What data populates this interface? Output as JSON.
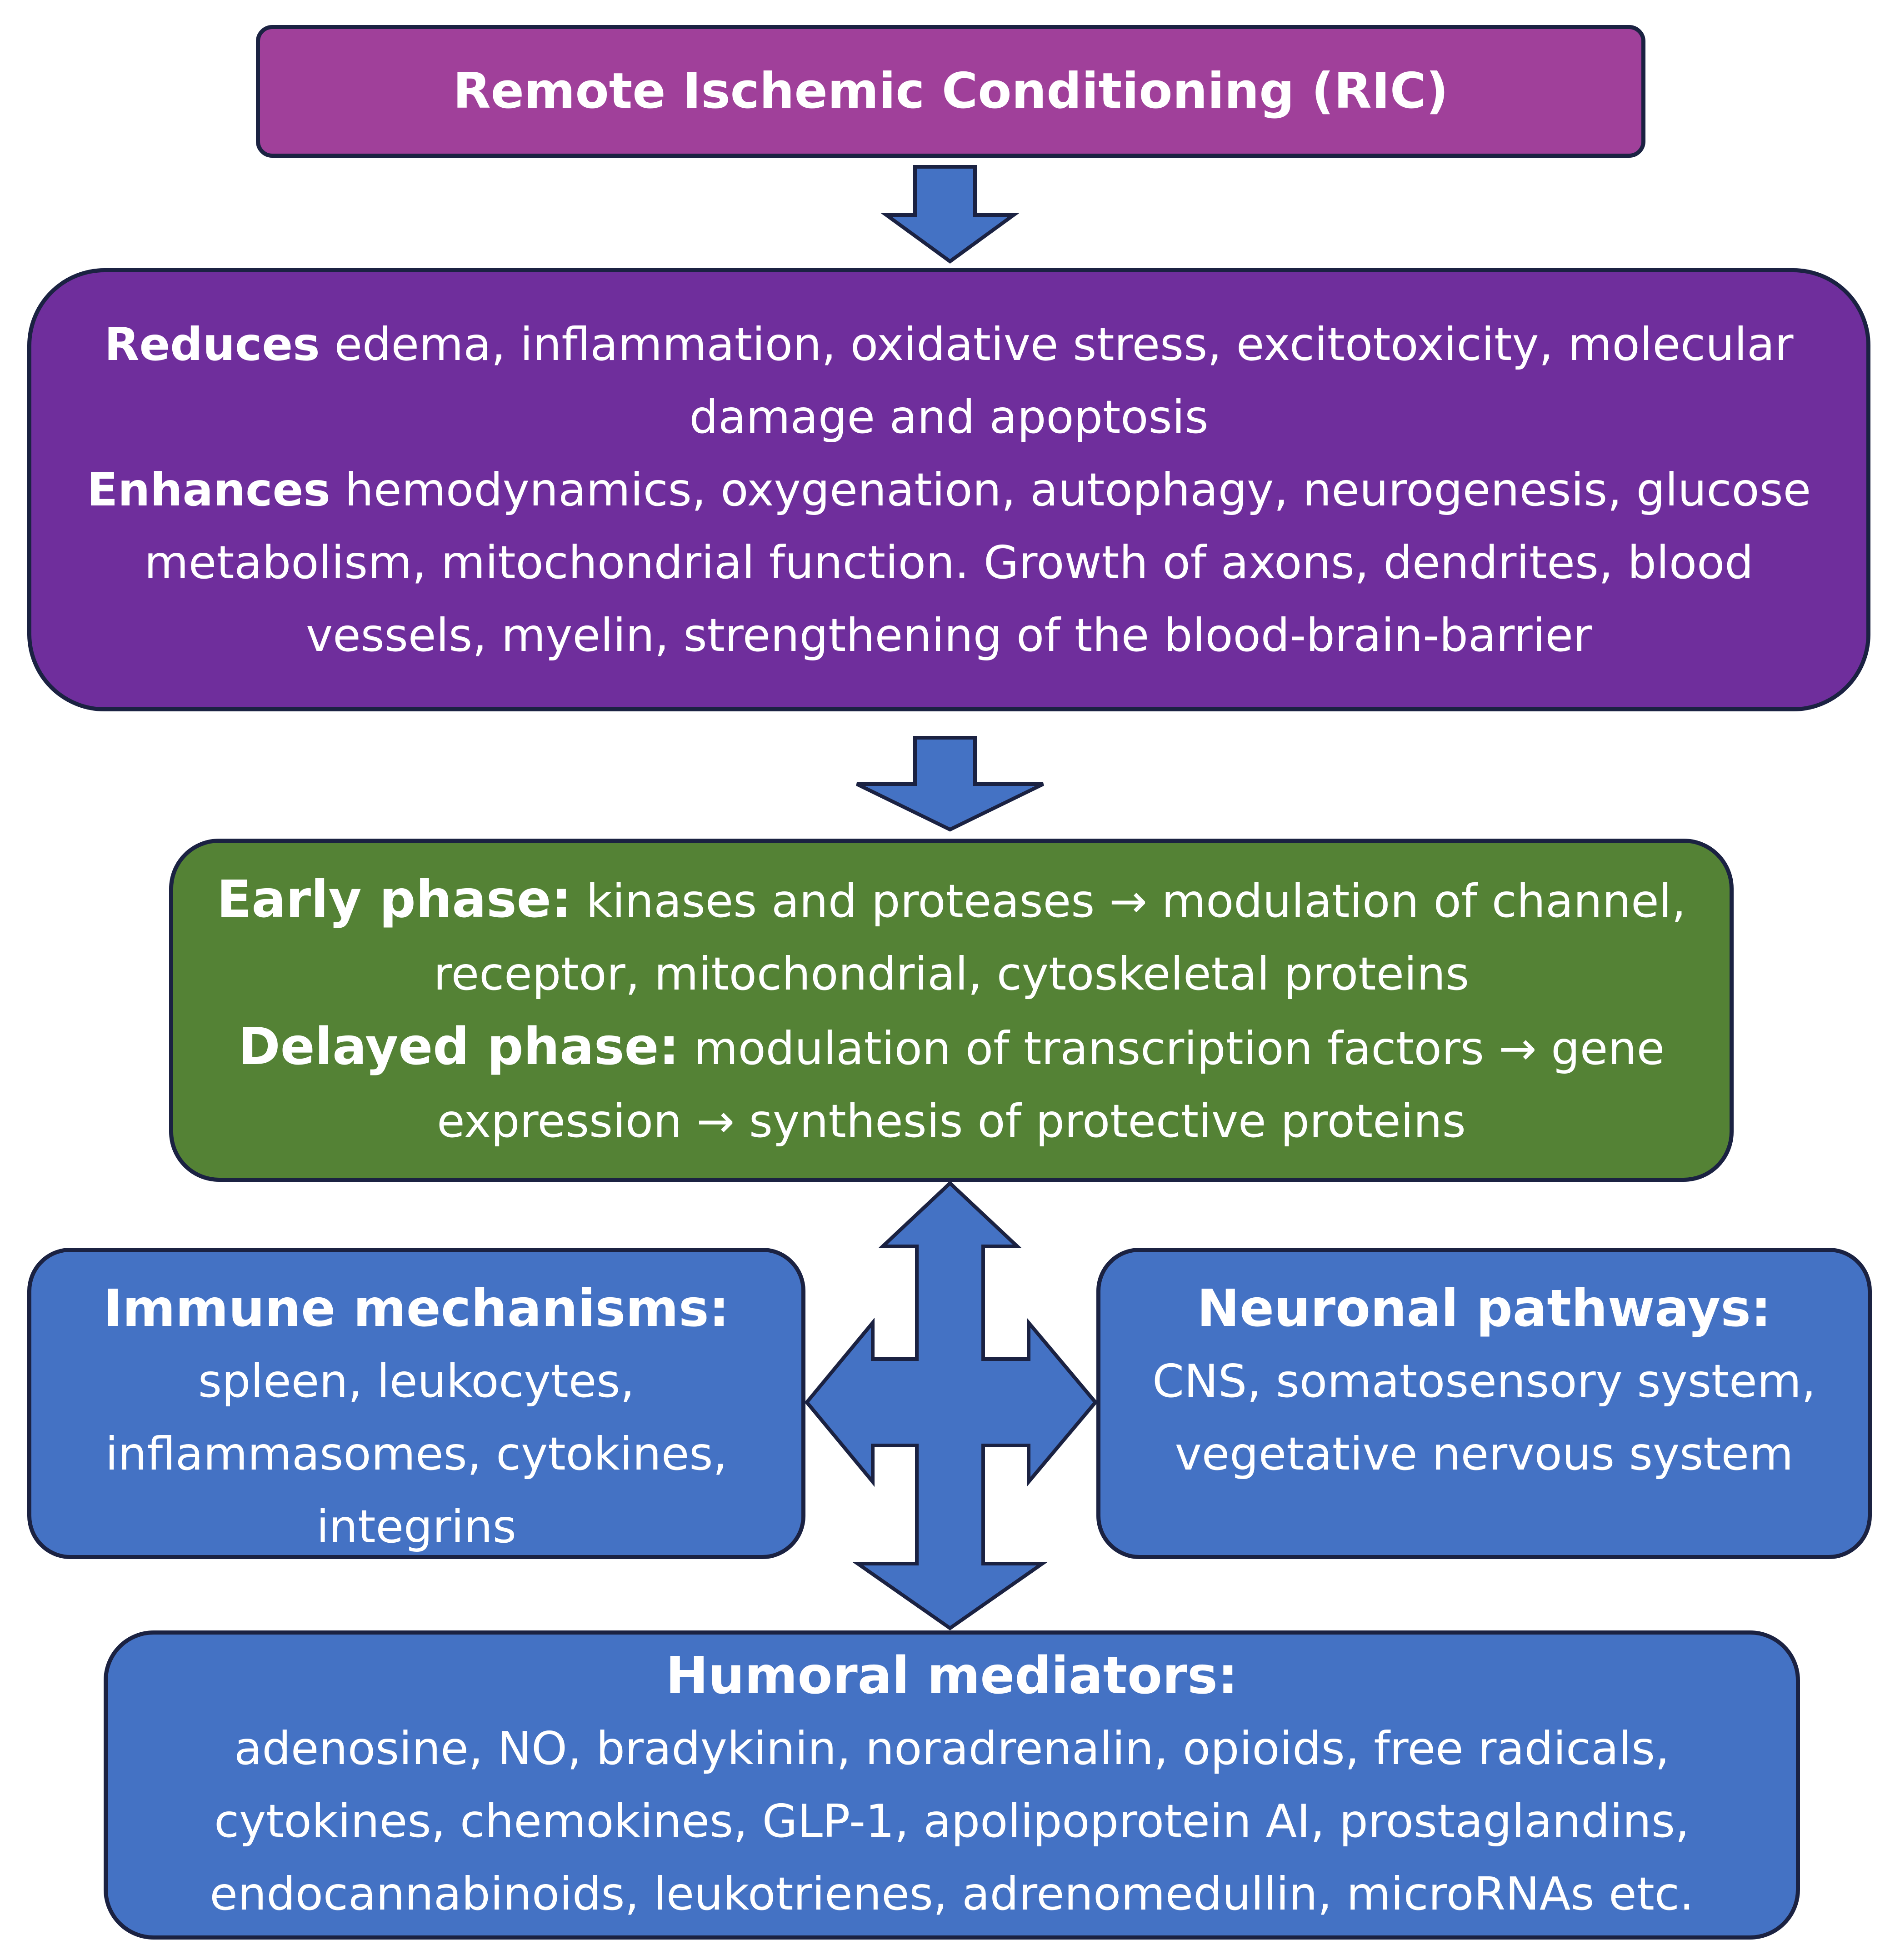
{
  "title": "Remote Ischemic Conditioning (RIC)",
  "effects": {
    "reduces_label": "Reduces",
    "reduces_text": " edema, inflammation, oxidative stress, excitotoxicity, molecular damage and apoptosis",
    "enhances_label": "Enhances",
    "enhances_text": " hemodynamics, oxygenation, autophagy, neurogenesis, glucose metabolism, mitochondrial function. Growth of axons, dendrites, blood vessels, myelin, strengthening of the blood-brain-barrier"
  },
  "phases": {
    "early_label": "Early phase:",
    "early_text": " kinases and proteases → modulation of channel, receptor, mitochondrial, cytoskeletal proteins",
    "delayed_label": "Delayed phase:",
    "delayed_text": " modulation of transcription factors → gene expression → synthesis of protective proteins"
  },
  "immune": {
    "heading": "Immune mechanisms:",
    "text": "spleen, leukocytes, inflammasomes, cytokines, integrins"
  },
  "neuronal": {
    "heading": "Neuronal pathways:",
    "text": "CNS, somatosensory system, vegetative nervous system"
  },
  "humoral": {
    "heading": "Humoral mediators:",
    "text": "adenosine, NO, bradykinin, noradrenalin, opioids, free radicals, cytokines, chemokines, GLP-1, apolipoprotein AI, prostaglandins, endocannabinoids, leukotrienes, adrenomedullin, microRNAs etc."
  },
  "colors": {
    "title_fill": "#a0409a",
    "effects_fill": "#6f2e9c",
    "phase_fill": "#548235",
    "mechanism_fill": "#4472c4",
    "arrow_fill": "#4472c4",
    "outline": "#1b2242"
  }
}
